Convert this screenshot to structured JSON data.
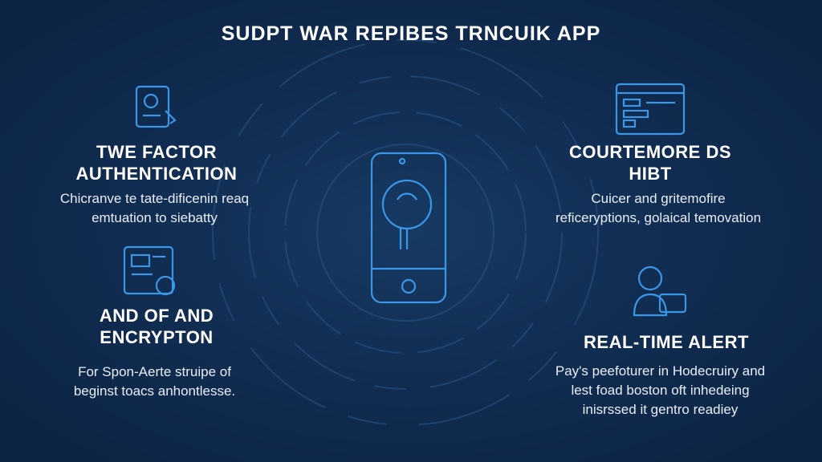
{
  "title": "SUDPT WAR REPIBES TRNCUIK APP",
  "features": [
    {
      "heading_1": "TWE FACTOR",
      "heading_2": "AUTHENTICATION",
      "desc_1": "Chicranve te tate-dificenin reaq",
      "desc_2": "emtuation to siebatty",
      "icon": "id-badge-icon"
    },
    {
      "heading_1": "AND OF AND",
      "heading_2": "ENCRYPTON",
      "desc_1": "For Spon-Aerte struipe of",
      "desc_2": "beginst toacs anhontlesse.",
      "icon": "document-lock-icon"
    },
    {
      "heading_1": "COURTEMORE DS",
      "heading_2": "HIBT",
      "desc_1": "Cuicer and gritemofire",
      "desc_2": "reficeryptions, golaical temovation",
      "icon": "browser-window-icon"
    },
    {
      "heading_1": "REAL-TIME ALERT",
      "desc_1": "Pay's peefoturer in Hodecruiry and",
      "desc_2": "lest foad boston oft inhedeing",
      "desc_3": "inisrssed it gentro readiey",
      "icon": "user-alert-icon"
    }
  ],
  "center_icon": "smartphone-search-icon",
  "colors": {
    "background": "#112d52",
    "accent": "#3b96e6"
  }
}
